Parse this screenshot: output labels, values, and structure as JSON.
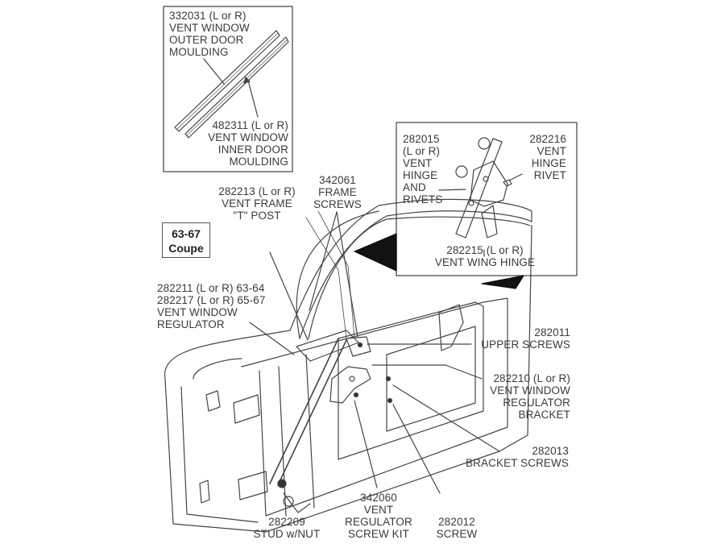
{
  "badge": {
    "line1": "63-67",
    "line2": "Coupe"
  },
  "labels": {
    "outer_moulding": {
      "lines": [
        "332031 (L or R)",
        "VENT WINDOW",
        "OUTER DOOR",
        "MOULDING"
      ]
    },
    "inner_moulding": {
      "lines": [
        "482311 (L or R)",
        "VENT WINDOW",
        "INNER DOOR",
        "MOULDING"
      ]
    },
    "hinge_rivets": {
      "lines": [
        "282015",
        "(L or R)",
        "VENT",
        "HINGE",
        "AND",
        "RIVETS"
      ]
    },
    "hinge_rivet": {
      "lines": [
        "282216",
        "VENT",
        "HINGE",
        "RIVET"
      ]
    },
    "wing_hinge": {
      "lines": [
        "282215 (L or R)",
        "VENT WING HINGE"
      ]
    },
    "t_post": {
      "lines": [
        "282213 (L or R)",
        "VENT FRAME",
        "\"T\" POST"
      ]
    },
    "frame_screws": {
      "lines": [
        "342061",
        "FRAME",
        "SCREWS"
      ]
    },
    "regulator": {
      "lines": [
        "282211 (L or R) 63-64",
        "282217 (L or R) 65-67",
        "VENT WINDOW",
        "REGULATOR"
      ]
    },
    "upper_screws": {
      "lines": [
        "282011",
        "UPPER SCREWS"
      ]
    },
    "regulator_bracket": {
      "lines": [
        "282210 (L or R)",
        "VENT WINDOW",
        "REGULATOR",
        "BRACKET"
      ]
    },
    "bracket_screws": {
      "lines": [
        "282013",
        "BRACKET SCREWS"
      ]
    },
    "stud_nut": {
      "lines": [
        "282209",
        "STUD w/NUT"
      ]
    },
    "screw_kit": {
      "lines": [
        "342060",
        "VENT",
        "REGULATOR",
        "SCREW KIT"
      ]
    },
    "screw": {
      "lines": [
        "282012",
        "SCREW"
      ]
    }
  }
}
